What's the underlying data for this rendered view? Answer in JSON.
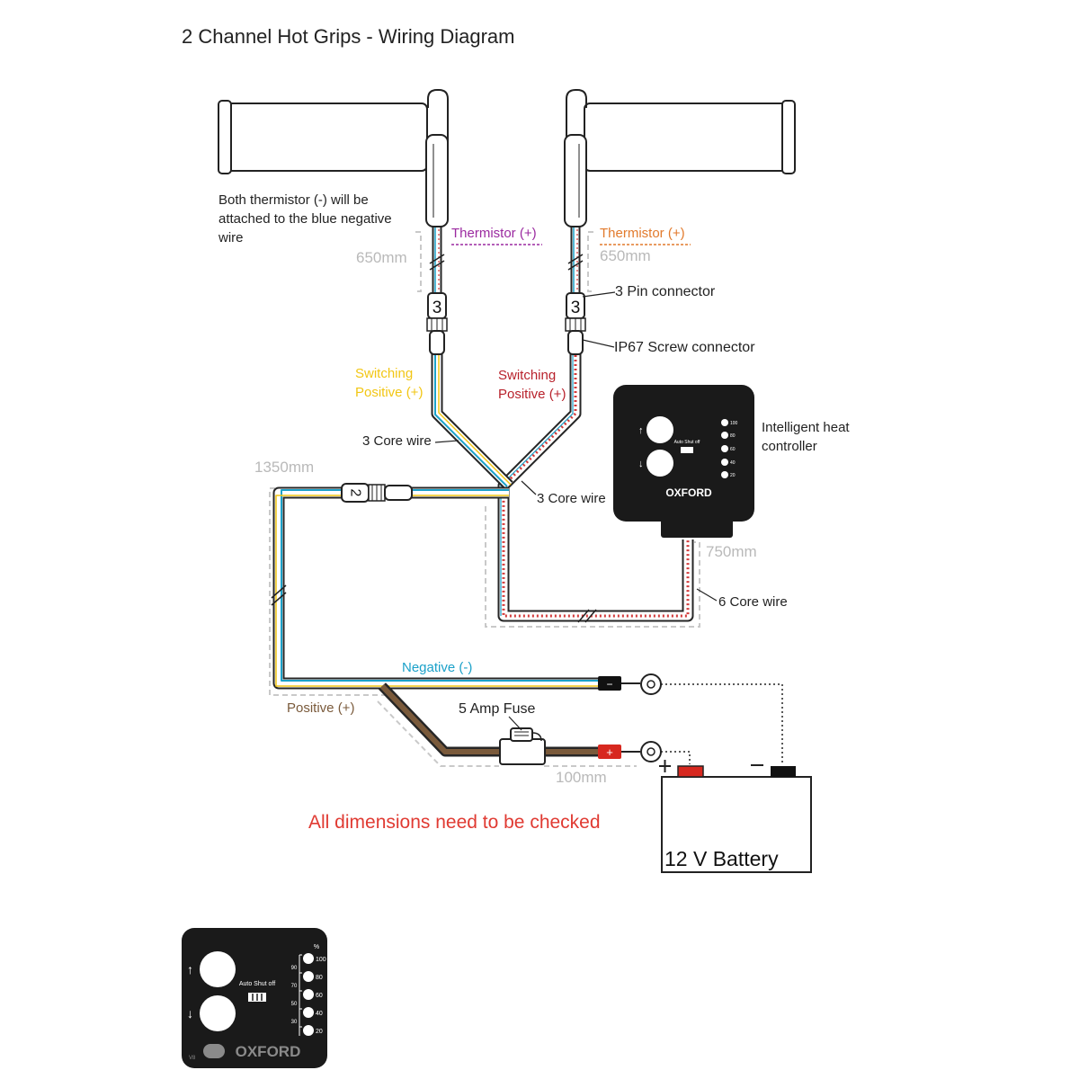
{
  "title": "2 Channel Hot Grips - Wiring Diagram",
  "note": "Both thermistor (-) will be attached to the blue negative wire",
  "labels": {
    "thermistor_left": "Thermistor (+)",
    "thermistor_right": "Thermistor (+)",
    "dim_650_left": "650mm",
    "dim_650_right": "650mm",
    "pin3_connector": "3 Pin connector",
    "ip67_connector": "IP67 Screw connector",
    "switching_left": "Switching Positive (+)",
    "switching_right": "Switching Positive (+)",
    "core3_left": "3 Core wire",
    "core3_right": "3 Core wire",
    "controller": "Intelligent heat controller",
    "dim_1350": "1350mm",
    "dim_750": "750mm",
    "core6": "6 Core wire",
    "negative": "Negative (-)",
    "positive": "Positive (+)",
    "fuse": "5 Amp Fuse",
    "dim_100": "100mm",
    "warning": "All dimensions need to be checked",
    "battery": "12 V Battery"
  },
  "connectors": {
    "three_pin": "3",
    "two_pin": "2",
    "neg_symbol": "−",
    "pos_symbol": "+"
  },
  "controller": {
    "brand": "OXFORD",
    "auto_shutoff": "Auto Shut off",
    "percent_header": "%",
    "levels": [
      "100",
      "80",
      "60",
      "40",
      "20"
    ],
    "sub_levels": [
      "90",
      "70",
      "50",
      "30"
    ],
    "up_icon": "↑",
    "down_icon": "↓",
    "version": "V8"
  },
  "colors": {
    "thermistor_left": "#9b2aa0",
    "thermistor_right": "#e27a2c",
    "switching_left": "#f2c614",
    "switching_right": "#b8212b",
    "negative": "#1ba1c9",
    "positive": "#7a5a3b",
    "dimension": "#b9b9b9",
    "warning": "#e03a32"
  }
}
